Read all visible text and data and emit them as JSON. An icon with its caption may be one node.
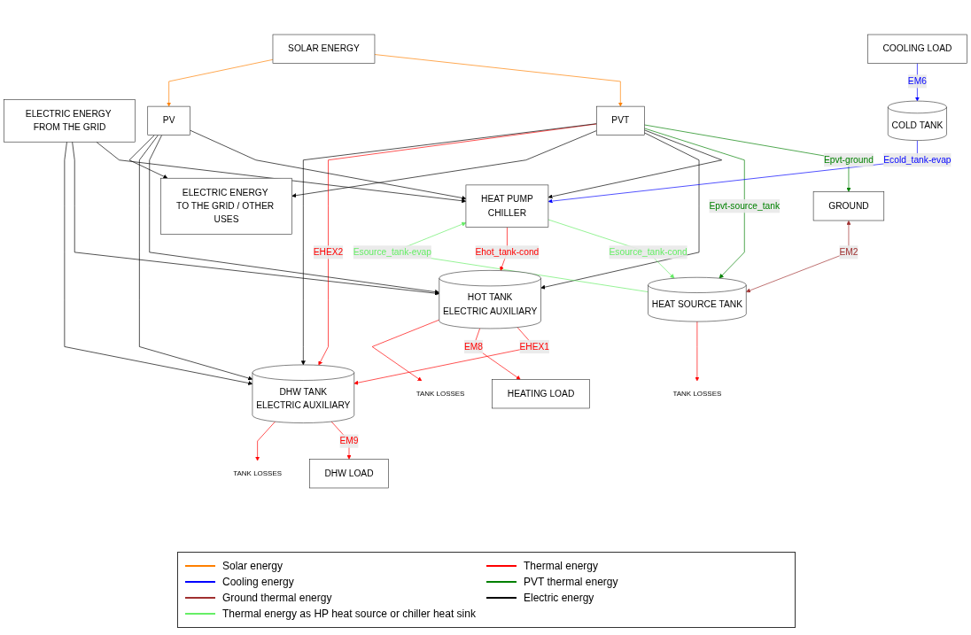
{
  "diagram": {
    "nodes": [
      {
        "text": [
          "ELECTRIC ENERGY FROM THE GRID"
        ]
      },
      {
        "text": [
          "SOLAR ENERGY"
        ]
      },
      {
        "text": [
          "PVT"
        ]
      },
      {
        "text": [
          "PV"
        ]
      },
      {
        "text": [
          "HEAT SOURCE TANK"
        ]
      },
      {
        "text": [
          "HEAT PUMP",
          "CHILLER"
        ]
      },
      {
        "text": [
          "HOT TANK",
          "ELECTRIC AUXILIARY"
        ]
      },
      {
        "text": [
          "DHW TANK",
          "ELECTRIC AUXILIARY"
        ]
      },
      {
        "text": [
          "COLD TANK"
        ]
      },
      {
        "text": [
          "ELECTRIC ENERGY TO THE GRID / OTHER USES"
        ]
      },
      {
        "text": [
          "GROUND"
        ]
      },
      {
        "text": [
          "COOLING LOAD"
        ]
      },
      {
        "text": [
          "HEATING LOAD"
        ]
      },
      {
        "text": [
          "DHW LOAD"
        ]
      },
      {
        "text": [
          "TANK LOSSES"
        ]
      },
      {
        "text": [
          "TANK LOSSES"
        ]
      },
      {
        "text": [
          "TANK LOSSES"
        ]
      }
    ],
    "edges": [
      {
        "from": 0,
        "to": 5,
        "arrow": "to"
      },
      {
        "from": 0,
        "to": 6,
        "arrow": "to"
      },
      {
        "from": 0,
        "to": 7,
        "arrow": "to"
      },
      {
        "from": 1,
        "to": 2,
        "arrow": "to",
        "color": "#ff8000"
      },
      {
        "from": 1,
        "to": 3,
        "arrow": "to",
        "color": "#ff8000"
      },
      {
        "from": 2,
        "to": 10,
        "arrow": "to",
        "label": "Epvt-ground",
        "color": "#008000"
      },
      {
        "from": 2,
        "to": 4,
        "arrow": "to",
        "label": "Epvt-source_tank",
        "color": "#008000"
      },
      {
        "from": 2,
        "to": 5,
        "arrow": "to"
      },
      {
        "from": 2,
        "to": 6,
        "arrow": "to"
      },
      {
        "from": 2,
        "to": 9,
        "arrow": "to"
      },
      {
        "from": 2,
        "to": 7,
        "arrow": "to",
        "label": "EHEX2",
        "color": "#ff0000"
      },
      {
        "from": 2,
        "to": 7,
        "arrow": "to"
      },
      {
        "from": 3,
        "to": 5,
        "arrow": "to"
      },
      {
        "from": 3,
        "to": 6,
        "arrow": "to"
      },
      {
        "from": 3,
        "to": 7,
        "arrow": "to"
      },
      {
        "from": 3,
        "to": 9,
        "arrow": "to"
      },
      {
        "from": 4,
        "to": 5,
        "arrow": "to",
        "label": "Esource_tank-evap",
        "color": "#66ee66"
      },
      {
        "from": 5,
        "to": 4,
        "arrow": "to",
        "label": "Esource_tank-cond",
        "color": "#66ee66"
      },
      {
        "from": 5,
        "to": 6,
        "arrow": "to",
        "label": "Ehot_tank-cond",
        "color": "#ff0000"
      },
      {
        "from": 8,
        "to": 5,
        "arrow": "to",
        "label": "Ecold_tank-evap",
        "color": "#0000ff"
      },
      {
        "from": 6,
        "to": 7,
        "arrow": "to",
        "label": "EHEX1",
        "color": "#ff0000"
      },
      {
        "from": 10,
        "to": 4,
        "arrow": "both",
        "label": "EM2",
        "color": "#a03030"
      },
      {
        "from": 11,
        "to": 8,
        "arrow": "to",
        "label": "EM6",
        "color": "#0000ff"
      },
      {
        "from": 6,
        "to": 12,
        "arrow": "to",
        "label": "EM8",
        "color": "#ff0000"
      },
      {
        "from": 7,
        "to": 13,
        "arrow": "to",
        "label": "EM9",
        "color": "#ff0000"
      },
      {
        "from": 4,
        "to": 14,
        "arrow": "to",
        "color": "#ff0000"
      },
      {
        "from": 6,
        "to": 15,
        "arrow": "to",
        "color": "#ff0000"
      },
      {
        "from": 7,
        "to": 16,
        "arrow": "to",
        "color": "#ff0000"
      }
    ],
    "legend": [
      {
        "text": "Solar energy",
        "color": "#ff8000"
      },
      {
        "text": "Thermal energy",
        "color": "#ff0000"
      },
      {
        "text": "Cooling energy",
        "color": "#0000ff"
      },
      {
        "text": "PVT thermal energy",
        "color": "#008000"
      },
      {
        "text": "Ground thermal energy",
        "color": "#a03030"
      },
      {
        "text": "Electric energy",
        "color": "#000000"
      },
      {
        "text": "Thermal energy as HP heat source  or chiller heat sink",
        "color": "#66ee66"
      }
    ]
  }
}
